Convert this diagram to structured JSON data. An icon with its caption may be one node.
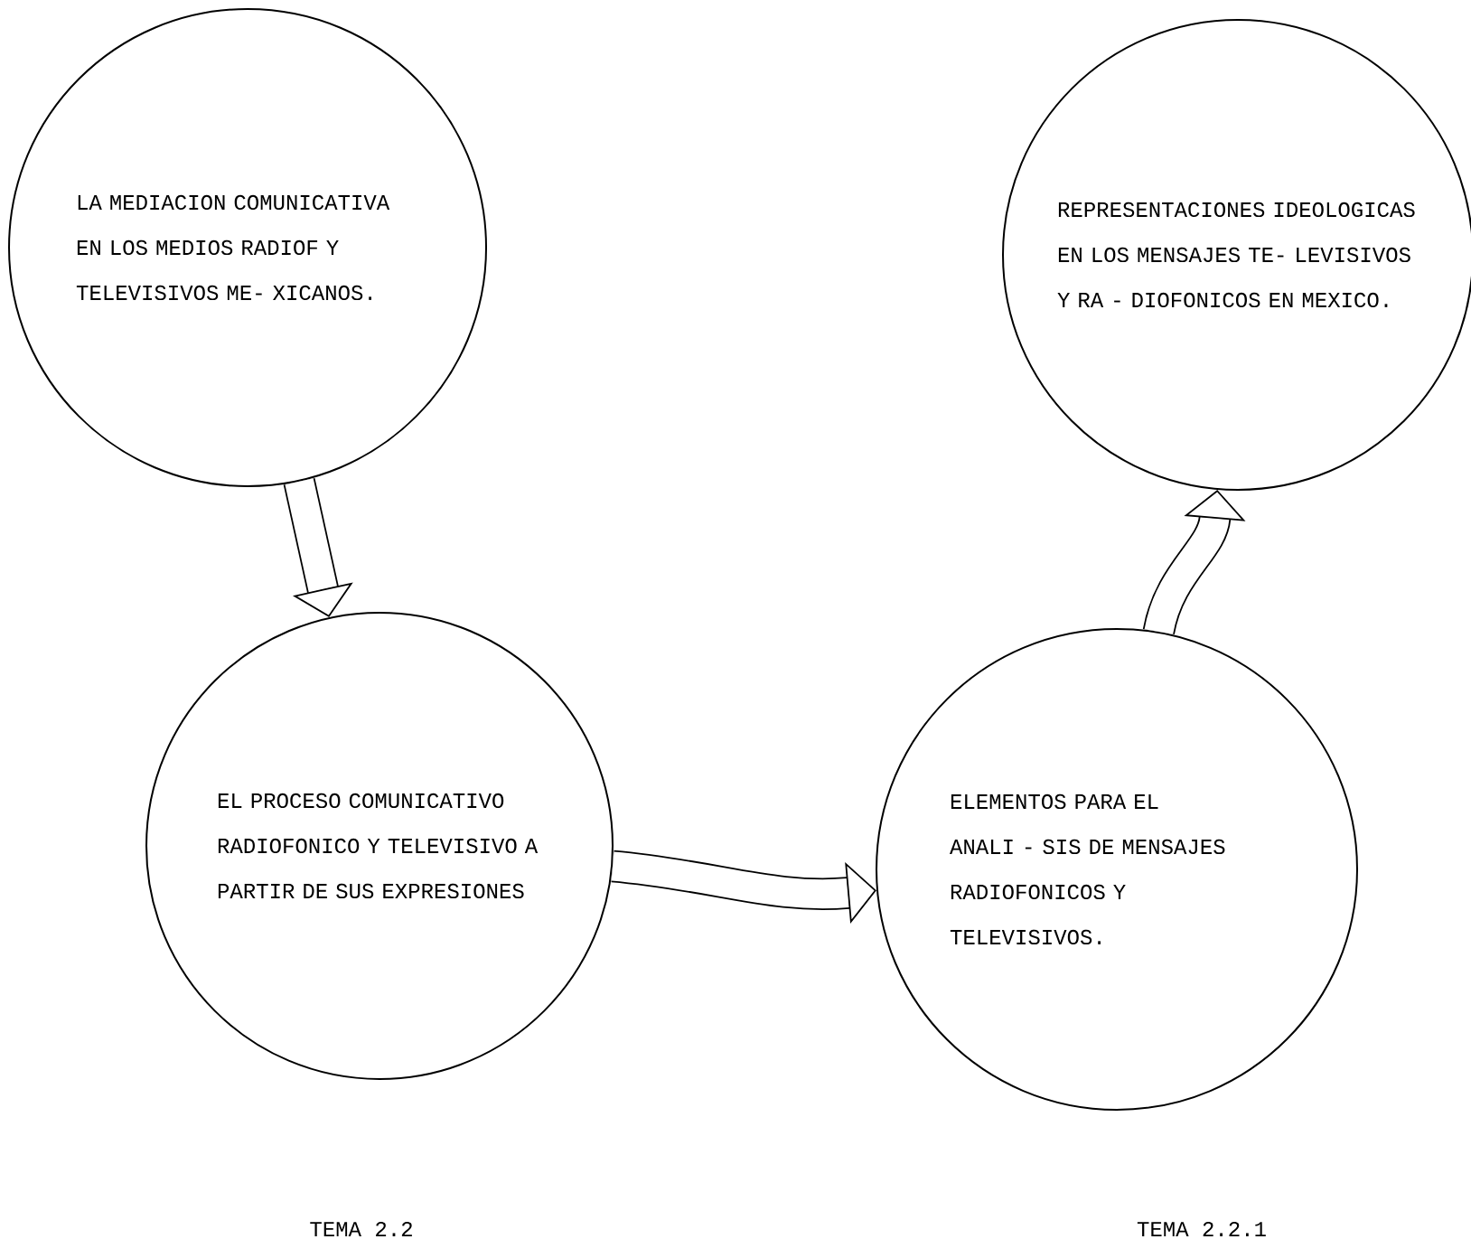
{
  "diagram": {
    "nodes": [
      {
        "text": [
          "LA MEDIACION COMUNICATIVA EN LOS MEDIOS RADIOF Y TELEVISIVOS ME- XICANOS."
        ]
      },
      {
        "text": [
          "EL PROCESO COMUNICATIVO RADIOFONICO Y TELEVISIVO A PARTIR DE SUS EXPRESIONES"
        ]
      },
      {
        "text": [
          "ELEMENTOS PARA EL ANALI - SIS DE MENSAJES RADIOFONICOS Y TELEVISIVOS."
        ]
      },
      {
        "text": [
          "REPRESENTACIONES IDEOLOGICAS EN LOS MENSAJES TE- LEVISIVOS Y RA - DIOFONICOS EN MEXICO."
        ]
      }
    ],
    "edges": [
      {
        "from": 0,
        "to": 1,
        "arrow": "to"
      },
      {
        "from": 1,
        "to": 2,
        "arrow": "to"
      },
      {
        "from": 2,
        "to": 3,
        "arrow": "to"
      }
    ],
    "labels": [
      "TEMA 2.2",
      "TEMA 2.2.1"
    ]
  }
}
